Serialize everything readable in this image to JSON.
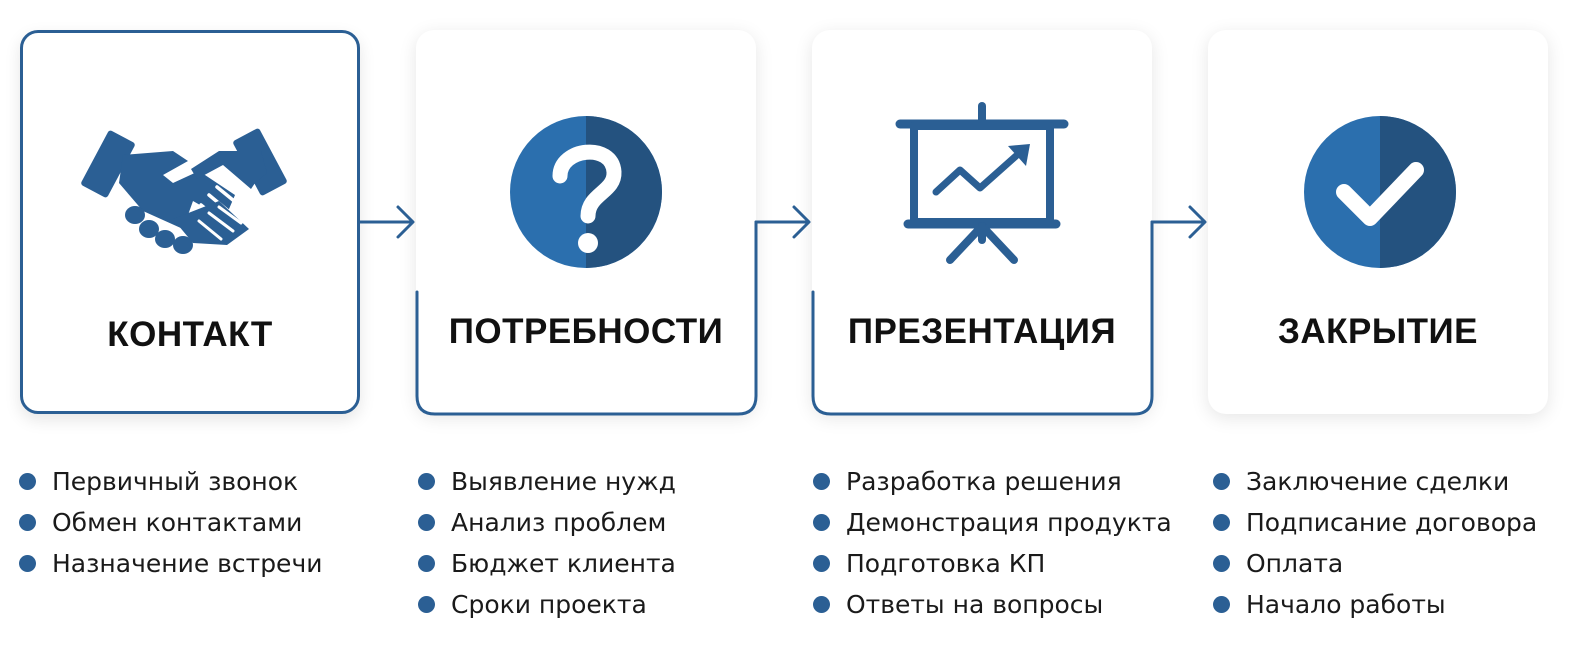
{
  "colors": {
    "accent": "#2b5f94",
    "accent_dark": "#24527f",
    "accent_light": "#3a7bbd",
    "text": "#111111"
  },
  "stages": [
    {
      "title": "КОНТАКТ",
      "icon": "handshake-icon",
      "items": [
        "Первичный звонок",
        "Обмен контактами",
        "Назначение встречи"
      ]
    },
    {
      "title": "ПОТРЕБНОСТИ",
      "icon": "question-icon",
      "items": [
        "Выявление нужд",
        "Анализ проблем",
        "Бюджет клиента",
        "Сроки проекта"
      ]
    },
    {
      "title": "ПРЕЗЕНТАЦИЯ",
      "icon": "presentation-board-icon",
      "items": [
        "Разработка решения",
        "Демонстрация продукта",
        "Подготовка КП",
        "Ответы на вопросы"
      ]
    },
    {
      "title": "ЗАКРЫТИЕ",
      "icon": "checkmark-icon",
      "items": [
        "Заключение сделки",
        "Подписание договора",
        "Оплата",
        "Начало работы"
      ]
    }
  ]
}
